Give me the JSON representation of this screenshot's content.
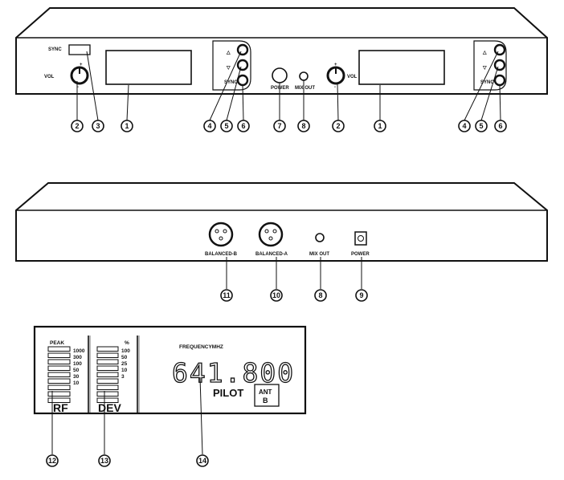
{
  "front_panel": {
    "sync": "SYNC",
    "vol_left": "VOL",
    "vol_right": "VOL",
    "power": "POWER",
    "mix_out": "MIX OUT",
    "sync_btn_left": "SYNC",
    "sync_btn_right": "SYNC",
    "up_symbol": "△",
    "down_symbol": "▽",
    "plus": "+",
    "minus": "-"
  },
  "rear_panel": {
    "balanced_b": "BALANCED-B",
    "balanced_a": "BALANCED-A",
    "mix_out": "MIX OUT",
    "power": "POWER"
  },
  "display": {
    "peak": "PEAK",
    "percent": "%",
    "rf": "RF",
    "dev": "DEV",
    "frequency_label": "FREQUENCYMHZ",
    "frequency": "641.800",
    "pilot": "PILOT",
    "ant": "ANT",
    "ant_value": "B",
    "rf_scale": [
      "1000",
      "300",
      "100",
      "50",
      "30",
      "10"
    ],
    "dev_scale": [
      "100",
      "50",
      "25",
      "10",
      "3"
    ]
  },
  "callouts": {
    "c1": "1",
    "c2": "2",
    "c3": "3",
    "c4": "4",
    "c5": "5",
    "c6": "6",
    "c7": "7",
    "c8": "8",
    "c9": "9",
    "c10": "10",
    "c11": "11",
    "c12": "12",
    "c13": "13",
    "c14": "14"
  }
}
